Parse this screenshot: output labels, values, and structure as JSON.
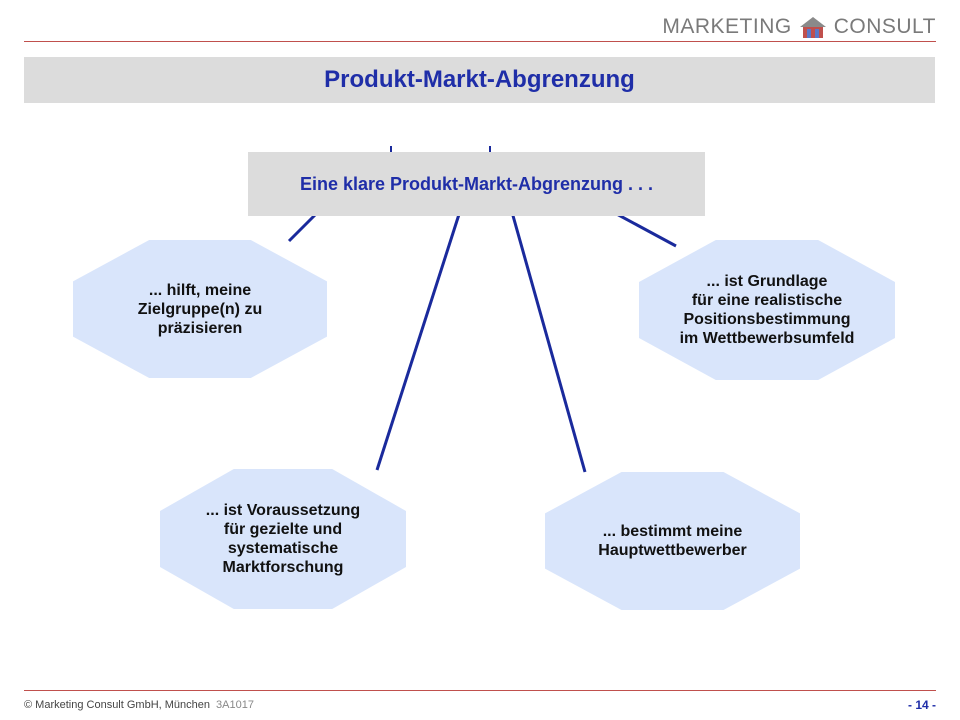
{
  "header": {
    "logo_left": "MARKETING",
    "logo_right": "CONSULT",
    "title": "Produkt-Markt-Abgrenzung"
  },
  "diagram": {
    "center": "Eine klare Produkt-Markt-Abgrenzung . . .",
    "nodes": [
      {
        "text": "... hilft, meine\nZielgruppe(n) zu\npräzisieren"
      },
      {
        "text": "... ist Grundlage\nfür eine realistische\nPositionsbestimmung\nim Wettbewerbsumfeld"
      },
      {
        "text": "... ist Voraussetzung\nfür gezielte und\nsystematische\nMarktforschung"
      },
      {
        "text": "... bestimmt meine\nHauptwettbewerber"
      }
    ]
  },
  "footer": {
    "copyright": "© Marketing Consult GmbH, München",
    "code": "3A1017",
    "page": "- 14 -"
  },
  "colors": {
    "title_text": "#1f2ea8",
    "connector": "#1a2a9c",
    "node_fill": "#d9e5fb",
    "panel_gray": "#dcdcdc",
    "rule_red": "#c0504d"
  }
}
